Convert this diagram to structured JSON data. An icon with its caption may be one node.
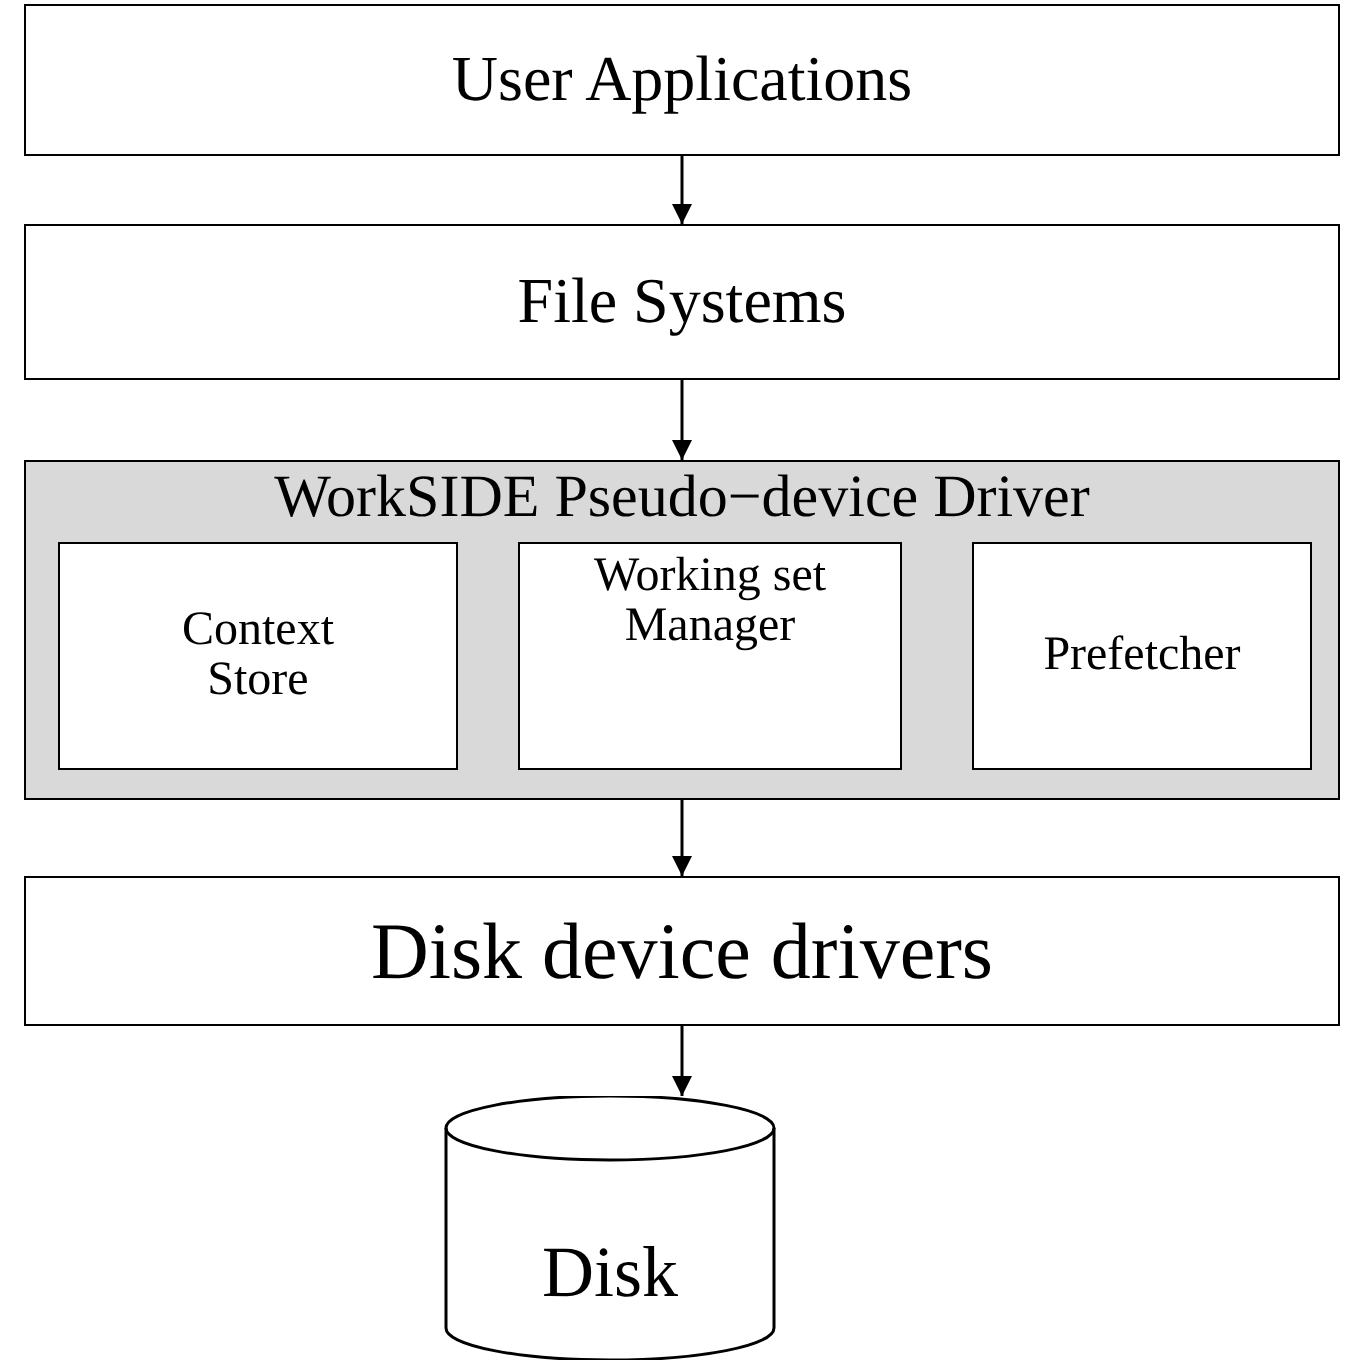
{
  "diagram": {
    "nodes": [
      {
        "text": [
          "User Applications"
        ]
      },
      {
        "text": [
          "File Systems"
        ]
      },
      {
        "text": [
          "WorkSIDE Pseudo−device Driver"
        ]
      },
      {
        "text": [
          "Context Store"
        ],
        "in": 2
      },
      {
        "text": [
          "Working set Manager"
        ],
        "in": 2
      },
      {
        "text": [
          "Prefetcher"
        ],
        "in": 2
      },
      {
        "text": [
          "Disk device drivers"
        ]
      },
      {
        "text": [
          "Disk"
        ]
      }
    ],
    "edges": [
      {
        "from": 0,
        "to": 1,
        "arrow": "to"
      },
      {
        "from": 1,
        "to": 2,
        "arrow": "to"
      },
      {
        "from": 2,
        "to": 6,
        "arrow": "to"
      },
      {
        "from": 6,
        "to": 7,
        "arrow": "to"
      }
    ]
  }
}
